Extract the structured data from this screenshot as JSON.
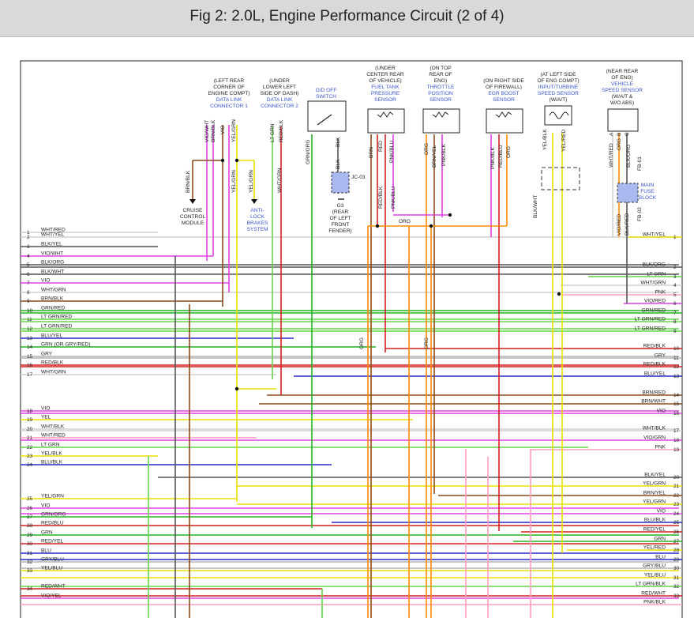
{
  "title": "Fig 2: 2.0L, Engine Performance Circuit (2 of 4)",
  "colors": {
    "wht": "#d0d0d0",
    "blk": "#555555",
    "red": "#d42020",
    "grn": "#23b323",
    "ltgrn": "#66d44a",
    "vio": "#a83cd8",
    "yel": "#e8e000",
    "org": "#ff8a00",
    "brn": "#8c4a1a",
    "blu": "#2828c8",
    "pnk": "#ff9ec4",
    "gry": "#b4b4b4",
    "tan": "#c8b490",
    "magenta": "#e040e0"
  },
  "components": [
    {
      "id": "dlc1",
      "lines": [
        "(LEFT REAR",
        "CORNER OF",
        "ENGINE COMPT)"
      ],
      "blue": [
        "DATA LINK",
        "CONNECTOR 1"
      ]
    },
    {
      "id": "dlc2",
      "lines": [
        "(UNDER",
        "LOWER LEFT",
        "SIDE OF DASH)"
      ],
      "blue": [
        "DATA LINK",
        "CONNECTOR 2"
      ]
    },
    {
      "id": "od",
      "lines": [],
      "blue": [
        "O/D OFF",
        "SWITCH"
      ]
    },
    {
      "id": "ftp",
      "lines": [
        "(UNDER",
        "CENTER REAR",
        "OF VEHICLE)"
      ],
      "blue": [
        "FUEL TANK",
        "PRESSURE",
        "SENSOR"
      ]
    },
    {
      "id": "tps",
      "lines": [
        "(ON TOP",
        "REAR OF",
        "ENG)"
      ],
      "blue": [
        "THROTTLE",
        "POSITION",
        "SENSOR"
      ]
    },
    {
      "id": "egr",
      "lines": [
        "(ON RIGHT SIDE",
        "OF FIREWALL)"
      ],
      "blue": [
        "EGR BOOST",
        "SENSOR"
      ]
    },
    {
      "id": "its",
      "lines": [
        "(AT LEFT SIDE",
        "OF ENG COMPT)"
      ],
      "blue": [
        "INPUT/TURBINE",
        "SPEED SENSOR"
      ],
      "after": [
        "(W/A/T)"
      ]
    },
    {
      "id": "vss",
      "lines": [
        "(NEAR REAR",
        "OF ENG)"
      ],
      "blue": [
        "VEHICLE",
        "SPEED SENSOR"
      ],
      "after": [
        "(W/A/T &",
        "W/O ABS)"
      ]
    }
  ],
  "misc_labels": {
    "cruise": [
      "CRUISE",
      "CONTROL",
      "MODULE"
    ],
    "abs": [
      "ANTI-",
      "LOCK",
      "BRAKES",
      "SYSTEM"
    ],
    "g3": [
      "G3",
      "(REAR",
      "OF LEFT",
      "FRONT",
      "FENDER)"
    ],
    "jc03": "JC-03",
    "fuse": [
      "MAIN",
      "FUSE",
      "BLOCK"
    ],
    "fb01": "FB-01",
    "fb02": "FB-02",
    "org": "ORG"
  },
  "vertical_labels": {
    "dlc1": [
      "VIO/WHT",
      "BRN/BLK",
      "VIO",
      "YEL/GRN"
    ],
    "dlc2": [
      "LT GRN",
      "RED/BLK"
    ],
    "ftp": [
      "BRN",
      "RED",
      "PNK/BLU"
    ],
    "tps": [
      "ORG",
      "BRN/YEL",
      "PNK/BLK"
    ],
    "egr": [
      "PNK/BLK",
      "RED/BLU",
      "ORG"
    ],
    "its": [
      "YEL/BLK",
      "YEL/RED"
    ],
    "vss": [
      "WHT/RED",
      "ORG",
      "BLK/ORG"
    ],
    "vss_pins": [
      "A",
      "B",
      "C"
    ],
    "od": [
      "GRN/ORG",
      "BLK",
      "BLK"
    ],
    "mid": [
      "BRN/BLK",
      "YEL/GRN",
      "YEL/GRN",
      "WHT/GRN",
      "RED/BLK",
      "PNK/BLU",
      "BLK/WHT",
      "VIO/RED",
      "BLK/RED",
      "ORG",
      "ORG"
    ]
  },
  "left_wires": [
    {
      "pin": "1",
      "label": "WHT/RED"
    },
    {
      "pin": "2",
      "label": "WHT/YEL"
    },
    {
      "pin": "3",
      "label": "BLK/YEL"
    },
    {
      "pin": "4",
      "label": "VIO/WHT"
    },
    {
      "pin": "5",
      "label": "BLK/ORG"
    },
    {
      "pin": "6",
      "label": "BLK/WHT"
    },
    {
      "pin": "7",
      "label": "VIO"
    },
    {
      "pin": "8",
      "label": "WHT/GRN"
    },
    {
      "pin": "9",
      "label": "BRN/BLK"
    },
    {
      "pin": "10",
      "label": "GRN/RED"
    },
    {
      "pin": "11",
      "label": "LT GRN/RED"
    },
    {
      "pin": "12",
      "label": "LT GRN/RED"
    },
    {
      "pin": "13",
      "label": "BLU/YEL"
    },
    {
      "pin": "14",
      "label": "GRN (OR GRY/RED)"
    },
    {
      "pin": "15",
      "label": "GRY"
    },
    {
      "pin": "16",
      "label": "RED/BLK"
    },
    {
      "pin": "17",
      "label": "WHT/GRN"
    },
    {
      "pin": "18",
      "label": "VIO"
    },
    {
      "pin": "19",
      "label": "YEL"
    },
    {
      "pin": "20",
      "label": "WHT/BLK"
    },
    {
      "pin": "21",
      "label": "WHT/RED"
    },
    {
      "pin": "22",
      "label": "LT GRN"
    },
    {
      "pin": "23",
      "label": "YEL/BLK"
    },
    {
      "pin": "24",
      "label": "BLU/BLK"
    },
    {
      "pin": "25",
      "label": "YEL/GRN"
    },
    {
      "pin": "26",
      "label": "VIO"
    },
    {
      "pin": "27",
      "label": "GRN/ORG"
    },
    {
      "pin": "28",
      "label": "RED/BLU"
    },
    {
      "pin": "29",
      "label": "GRN"
    },
    {
      "pin": "30",
      "label": "RED/YEL"
    },
    {
      "pin": "31",
      "label": "BLU"
    },
    {
      "pin": "32",
      "label": "GRY/BLU"
    },
    {
      "pin": "33",
      "label": "YEL/BLU"
    },
    {
      "pin": "34",
      "label": "RED/WHT"
    },
    {
      "pin": "",
      "label": "VIO/YEL"
    }
  ],
  "right_wires": [
    {
      "pin": "1",
      "label": "WHT/YEL"
    },
    {
      "pin": "2",
      "label": "BLK/ORG"
    },
    {
      "pin": "3",
      "label": "LT GRN"
    },
    {
      "pin": "4",
      "label": "WHT/GRN"
    },
    {
      "pin": "5",
      "label": "PNK"
    },
    {
      "pin": "6",
      "label": "VIO/RED"
    },
    {
      "pin": "7",
      "label": "GRN/RED"
    },
    {
      "pin": "8",
      "label": "LT GRN/RED"
    },
    {
      "pin": "9",
      "label": "LT GRN/RED"
    },
    {
      "pin": "10",
      "label": "RED/BLK"
    },
    {
      "pin": "11",
      "label": "GRY"
    },
    {
      "pin": "12",
      "label": "RED/BLK"
    },
    {
      "pin": "13",
      "label": "BLU/YEL"
    },
    {
      "pin": "14",
      "label": "BRN/RED"
    },
    {
      "pin": "15",
      "label": "BRN/WHT"
    },
    {
      "pin": "16",
      "label": "VIO"
    },
    {
      "pin": "17",
      "label": "WHT/BLK"
    },
    {
      "pin": "18",
      "label": "VIO/GRN"
    },
    {
      "pin": "19",
      "label": "PNK"
    },
    {
      "pin": "20",
      "label": "BLK/YEL"
    },
    {
      "pin": "21",
      "label": "YEL/GRN"
    },
    {
      "pin": "22",
      "label": "BRN/YEL"
    },
    {
      "pin": "23",
      "label": "YEL/GRN"
    },
    {
      "pin": "24",
      "label": "VIO"
    },
    {
      "pin": "25",
      "label": "BLU/BLK"
    },
    {
      "pin": "26",
      "label": "RED/YEL"
    },
    {
      "pin": "27",
      "label": "GRN"
    },
    {
      "pin": "28",
      "label": "YEL/RED"
    },
    {
      "pin": "29",
      "label": "BLU"
    },
    {
      "pin": "30",
      "label": "GRY/BLU"
    },
    {
      "pin": "31",
      "label": "YEL/BLU"
    },
    {
      "pin": "32",
      "label": "LT GRN/BLK"
    },
    {
      "pin": "33",
      "label": "RED/WHT"
    },
    {
      "pin": "",
      "label": "PNK/BLK"
    }
  ]
}
